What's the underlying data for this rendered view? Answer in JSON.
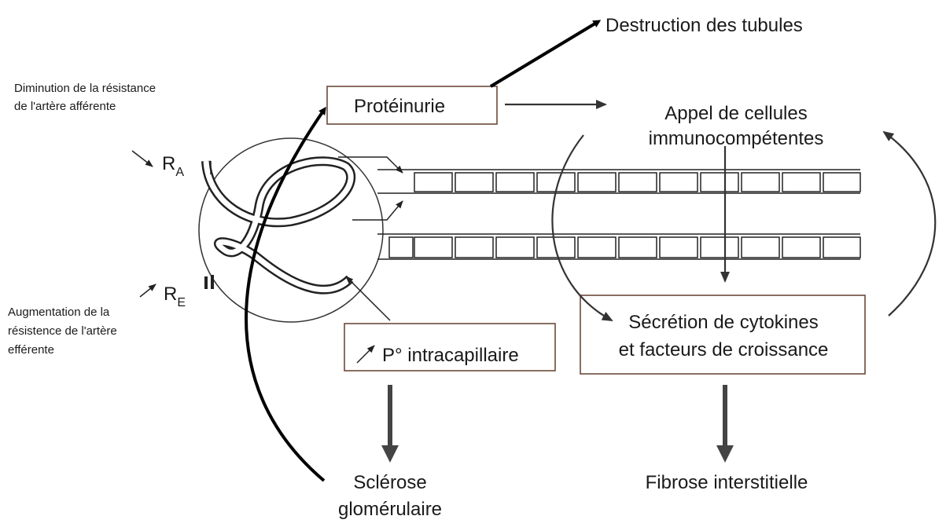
{
  "labels": {
    "destruction": "Destruction des tubules",
    "diminution_line1": "Diminution de la résistance",
    "diminution_line2": "de l'artère afférente",
    "proteinurie": "Protéinurie",
    "appel_line1": "Appel de cellules",
    "appel_line2": "immunocompétentes",
    "ra_letter": "R",
    "ra_sub": "A",
    "re_letter": "R",
    "re_sub": "E",
    "augmentation_line1": "Augmentation de la",
    "augmentation_line2": "résistence de l'artère",
    "augmentation_line3": "efférente",
    "pression": "P° intracapillaire",
    "secretion_line1": "Sécrétion de cytokines",
    "secretion_line2": "et facteurs de croissance",
    "sclerose_line1": "Sclérose",
    "sclerose_line2": "glomérulaire",
    "fibrose": "Fibrose interstitielle"
  },
  "colors": {
    "box_border": "#6b4a3a",
    "text": "#1a1a1a",
    "arrow": "#000000"
  }
}
